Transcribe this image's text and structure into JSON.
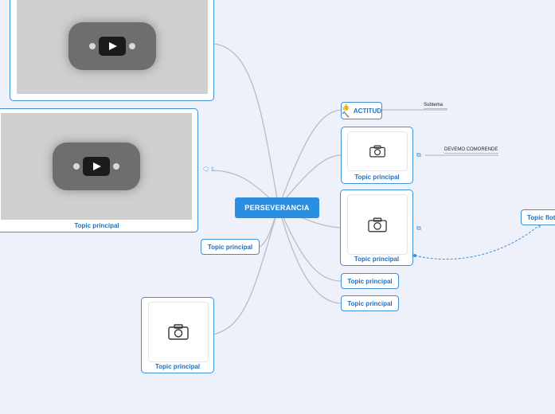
{
  "central": {
    "label": "PERSEVERANCIA"
  },
  "nodes": {
    "actitud": {
      "label": "ACTITUD",
      "icons": "👍🔨",
      "subtopic": "Subtema"
    },
    "right_image_1": {
      "caption": "Topic principal",
      "subtopic": "DEVEMO COMORENDE"
    },
    "right_image_2": {
      "caption": "Topic principal"
    },
    "right_topic_1": {
      "label": "Topic principal"
    },
    "right_topic_2": {
      "label": "Topic principal"
    },
    "far_right": {
      "label": "Topic flot"
    },
    "left_video_top": {
      "caption": ""
    },
    "left_video_mid": {
      "caption": "Topic principal",
      "comment_count": "1"
    },
    "left_topic": {
      "label": "Topic principal"
    },
    "left_image": {
      "caption": "Topic principal"
    }
  },
  "colors": {
    "background": "#eef1f9",
    "accent": "#2a8fe0",
    "border": "#3d8fd6",
    "text": "#1f6fc4"
  }
}
